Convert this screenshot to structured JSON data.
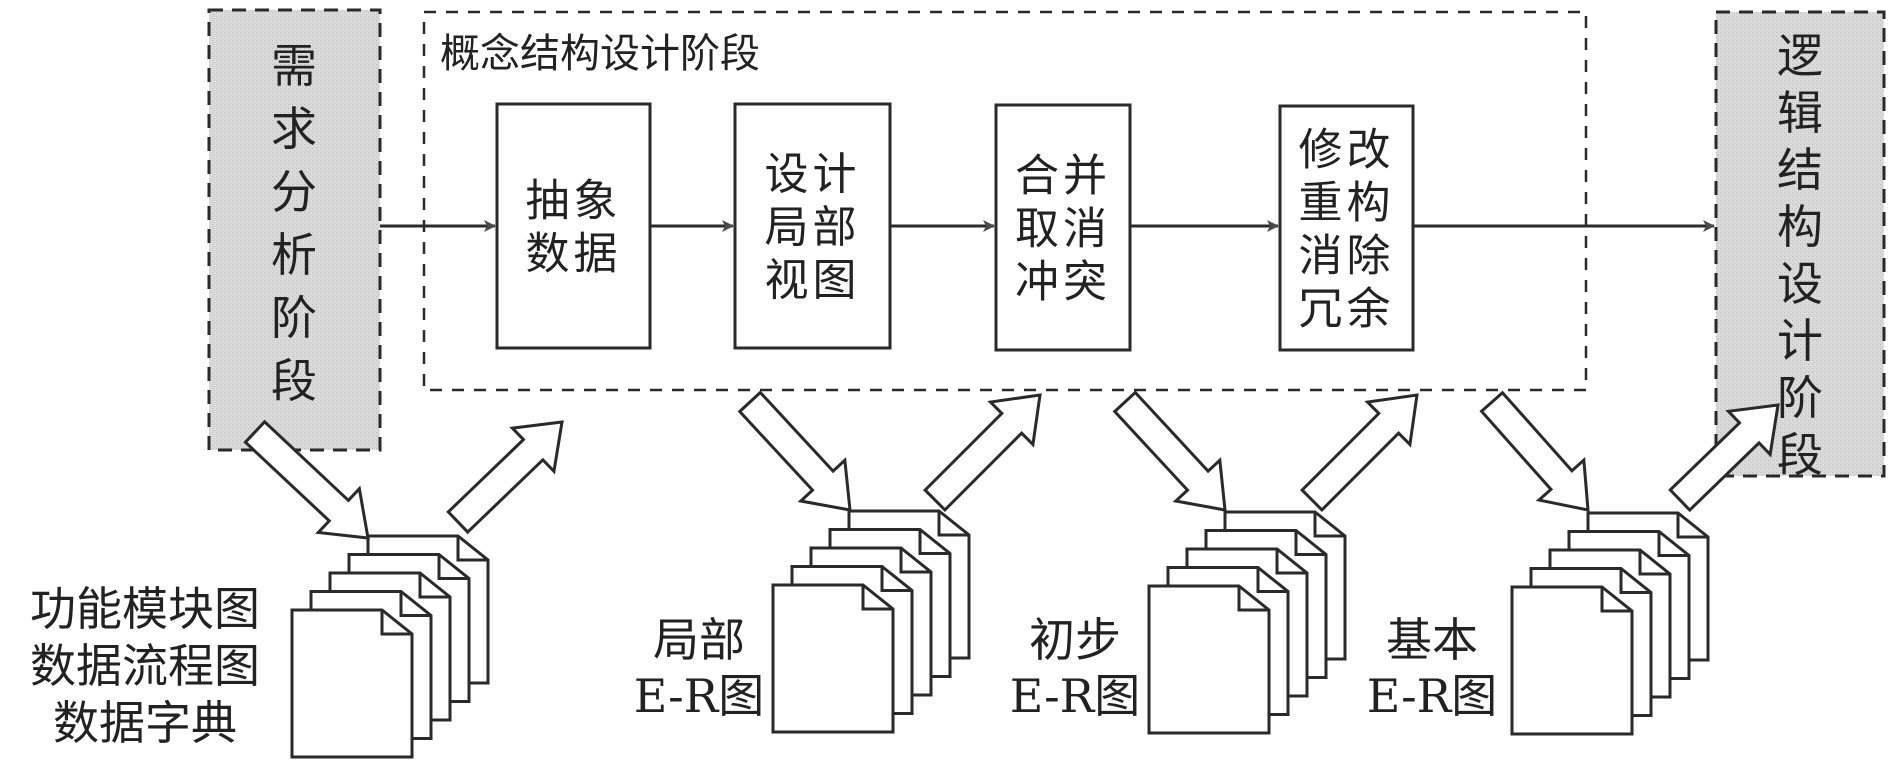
{
  "colors": {
    "stroke": "#2a2a2a",
    "phase_fill": "#d6d6d6",
    "box_fill": "#ffffff",
    "arrow_fill": "#4a4a4a"
  },
  "left_phase": {
    "label": "需求分析阶段",
    "chars": [
      "需",
      "求",
      "分",
      "析",
      "阶",
      "段"
    ]
  },
  "right_phase": {
    "label": "逻辑结构设计阶段",
    "chars": [
      "逻",
      "辑",
      "结",
      "构",
      "设",
      "计",
      "阶",
      "段"
    ]
  },
  "concept_phase": {
    "title": "概念结构设计阶段"
  },
  "steps": [
    {
      "id": "abstract-data",
      "label": "抽象数据",
      "lines": [
        "抽象",
        "数据"
      ]
    },
    {
      "id": "design-local-view",
      "label": "设计局部视图",
      "lines": [
        "设计",
        "局部",
        "视图"
      ]
    },
    {
      "id": "merge-resolve-conflict",
      "label": "合并取消冲突",
      "lines": [
        "合并",
        "取消",
        "冲突"
      ]
    },
    {
      "id": "modify-restructure",
      "label": "修改重构消除冗余",
      "lines": [
        "修改",
        "重构",
        "消除",
        "冗余"
      ]
    }
  ],
  "documents": [
    {
      "id": "requirements-docs",
      "label_lines": [
        "功能模块图",
        "数据流程图",
        "数据字典"
      ],
      "er_suffix": ""
    },
    {
      "id": "local-er",
      "label_lines": [
        "局部"
      ],
      "er_suffix": "E-R图"
    },
    {
      "id": "initial-er",
      "label_lines": [
        "初步"
      ],
      "er_suffix": "E-R图"
    },
    {
      "id": "basic-er",
      "label_lines": [
        "基本"
      ],
      "er_suffix": "E-R图"
    }
  ]
}
